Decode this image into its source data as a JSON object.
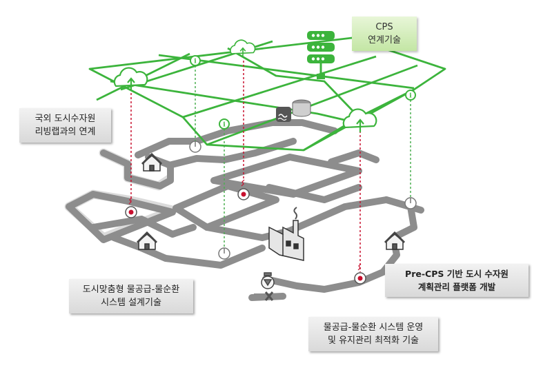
{
  "labels": {
    "cps": [
      "CPS",
      "연계기술"
    ],
    "international": [
      "국외 도시수자원",
      "리빙랩과의 연계"
    ],
    "design": [
      "도시맞춤형 물공급-물순환",
      "시스템 설계기술"
    ],
    "platform": [
      "Pre-CPS 기반 도시 수자원",
      "계획관리 플랫폼 개발"
    ],
    "operation": [
      "물공급-물순환 시스템 운영",
      "및 유지관리 최적화 기술"
    ]
  },
  "info_glyph": "i",
  "colors": {
    "grid_green": "#3cb43c",
    "dashed_green": "#4caf50",
    "dashed_red": "#c8102e",
    "pipe_gray": "#8d8d8d",
    "box_gray": "#e0e0e0",
    "box_green": "#c8e8a8"
  },
  "icons": [
    "cloud-upload-icon",
    "server-stack-icon",
    "info-icon",
    "house-icon",
    "factory-icon",
    "water-tank-icon",
    "pump-valve-icon",
    "sensor-node-icon"
  ]
}
